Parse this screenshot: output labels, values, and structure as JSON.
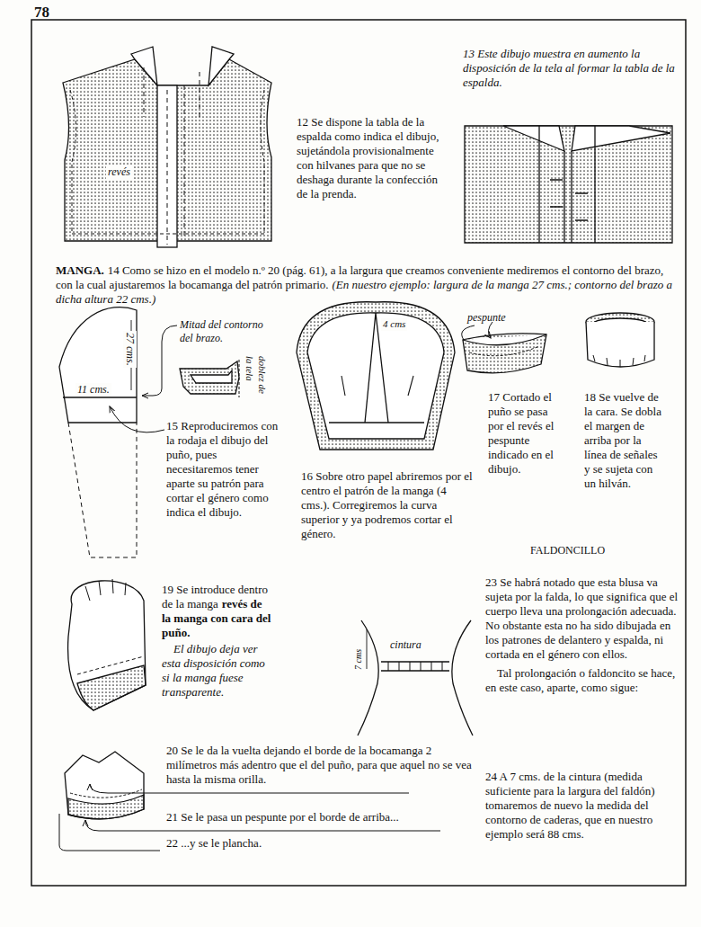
{
  "diagram": {
    "labels": [
      "78",
      "revés",
      "12 Se dispone la tabla de la espalda como indica el dibujo, sujetándola provisionalmente con hilvanes para que no se deshaga durante la confección de la prenda.",
      "13 Este dibujo muestra en aumento la disposición de la tela al formar la tabla de la espalda.",
      "MANGA.",
      "14 Como se hizo en el modelo n.º 20 (pág. 61), a la largura que creamos conveniente mediremos el contorno del brazo, con la cual ajustaremos la bocamanga del patrón primario.",
      "(En nuestro ejemplo: largura de la manga 27 cms.; contorno del brazo a dicha altura 22 cms.)",
      "Mitad del contorno del brazo.",
      "27 cms.",
      "11 cms.",
      "doblez de la tela",
      "4 cms",
      "pespunte",
      "15 Reproduciremos con la rodaja el dibujo del puño, pues necesitaremos tener aparte su patrón para cortar el género como indica el dibujo.",
      "16 Sobre otro papel abriremos por el centro el patrón de la manga (4 cms.). Corregiremos la curva superior y ya podremos cortar el género.",
      "17 Cortado el puño se pasa por el revés el pespunte indicado en el dibujo.",
      "18 Se vuelve de la cara. Se dobla el margen de arriba por la línea de señales y se sujeta con un hilván.",
      "FALDONCILLO",
      "19 Se introduce dentro de la manga",
      "revés de la manga con cara del puño.",
      "El dibujo deja ver esta disposición como si la manga fuese transparente.",
      "7 cms",
      "cintura",
      "23 Se habrá notado que esta blusa va sujeta por la falda, lo que significa que el cuerpo lleva una prolongación adecuada. No obstante esta no ha sido dibujada en los patrones de delantero y espalda, ni cortada en el género con ellos.",
      "Tal prolongación o faldoncito se hace, en este caso, aparte, como sigue:",
      "20 Se le da la vuelta dejando el borde de la bocamanga 2 milímetros más adentro que el del puño, para que aquel no se vea hasta la misma orilla.",
      "21 Se le pasa un pespunte por el borde de arriba...",
      "22 ...y se le plancha.",
      "24 A 7 cms. de la cintura (medida suficiente para la largura del faldón) tomaremos de nuevo la medida del contorno de caderas, que en nuestro ejemplo será 88 cms."
    ]
  }
}
